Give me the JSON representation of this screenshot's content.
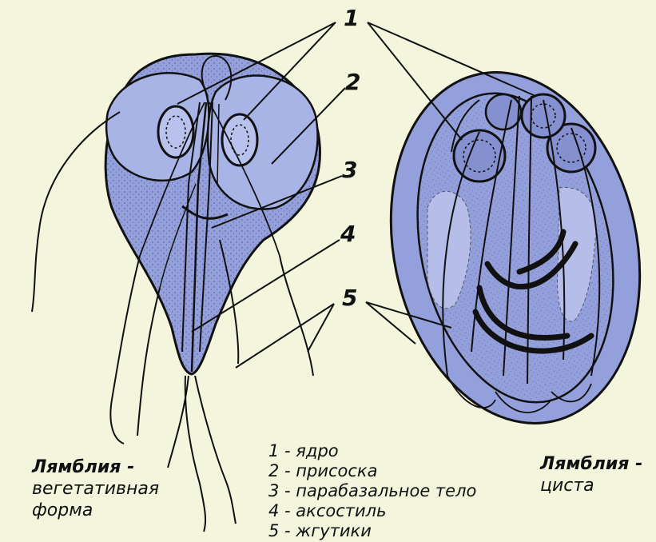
{
  "callouts": {
    "n1": "1",
    "n2": "2",
    "n3": "3",
    "n4": "4",
    "n5": "5"
  },
  "legend": [
    "1 - ядро",
    "2 - присоска",
    "3 - парабазальное тело",
    "4 - аксостиль",
    "5 - жгутики"
  ],
  "captions": {
    "left_title": "Лямблия",
    "left_dash": " -",
    "left_line2": "вегетативная",
    "left_line3": "форма",
    "right_title": "Лямблия",
    "right_dash": " -",
    "right_line2": "циста"
  },
  "colors": {
    "background": "#f3f5dc",
    "body_fill": "#93a0dc",
    "line": "#111111"
  }
}
